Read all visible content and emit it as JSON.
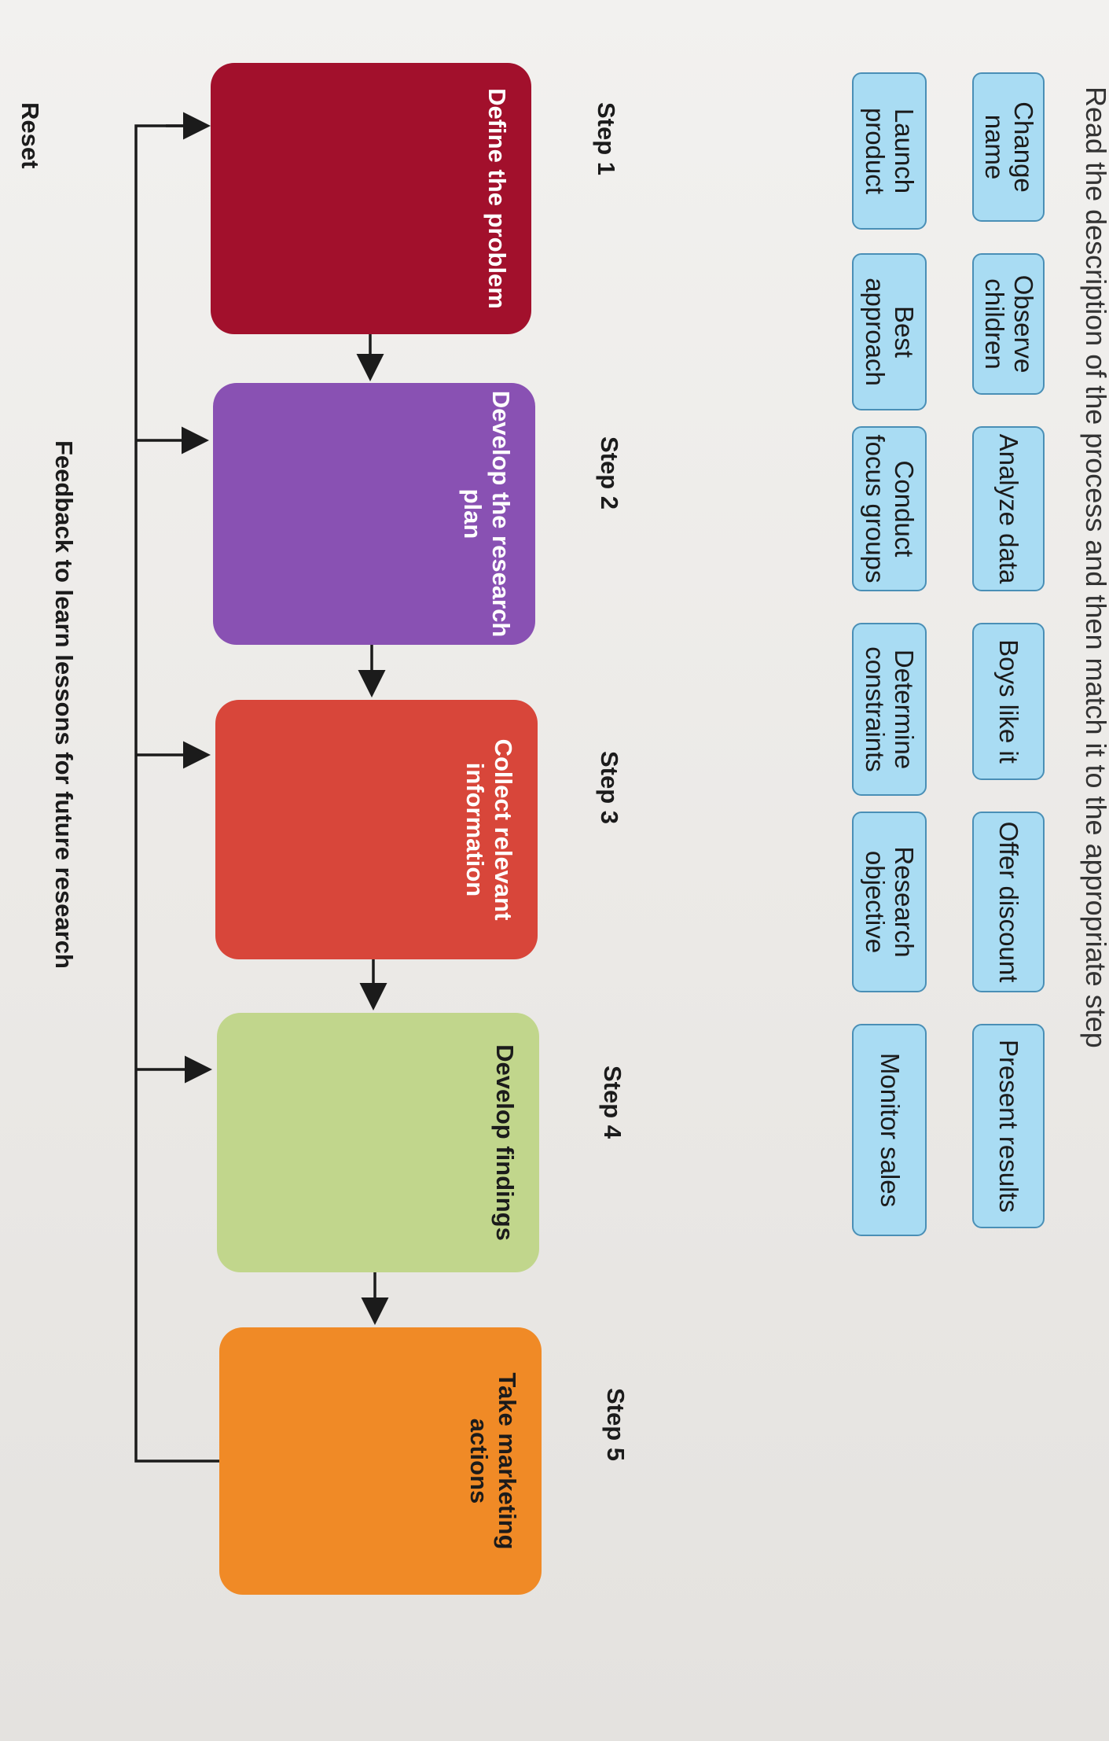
{
  "instruction": "Read the description of the process and then match it to the appropriate step",
  "chips_row_1": [
    "Change name",
    "Observe children",
    "Analyze data",
    "Boys like it",
    "Offer discount",
    "Present results"
  ],
  "chips_row_2": [
    "Launch product",
    "Best approach",
    "Conduct focus groups",
    "Determine constraints",
    "Research objective",
    "Monitor sales"
  ],
  "steps": [
    {
      "label": "Step 1",
      "title": "Define the problem",
      "color": "#a2102c"
    },
    {
      "label": "Step 2",
      "title": "Develop the research plan",
      "color": "#8951b3"
    },
    {
      "label": "Step 3",
      "title": "Collect relevant information",
      "color": "#d8463a"
    },
    {
      "label": "Step 4",
      "title": "Develop findings",
      "color": "#c1d68c"
    },
    {
      "label": "Step 5",
      "title": "Take marketing actions",
      "color": "#f08a26"
    }
  ],
  "feedback_label": "Feedback to learn lessons for future research",
  "reset_label": "Reset",
  "colors": {
    "chip_fill": "#a9dcf3",
    "chip_border": "#4a8fb6",
    "arrow": "#1b1b1b"
  }
}
